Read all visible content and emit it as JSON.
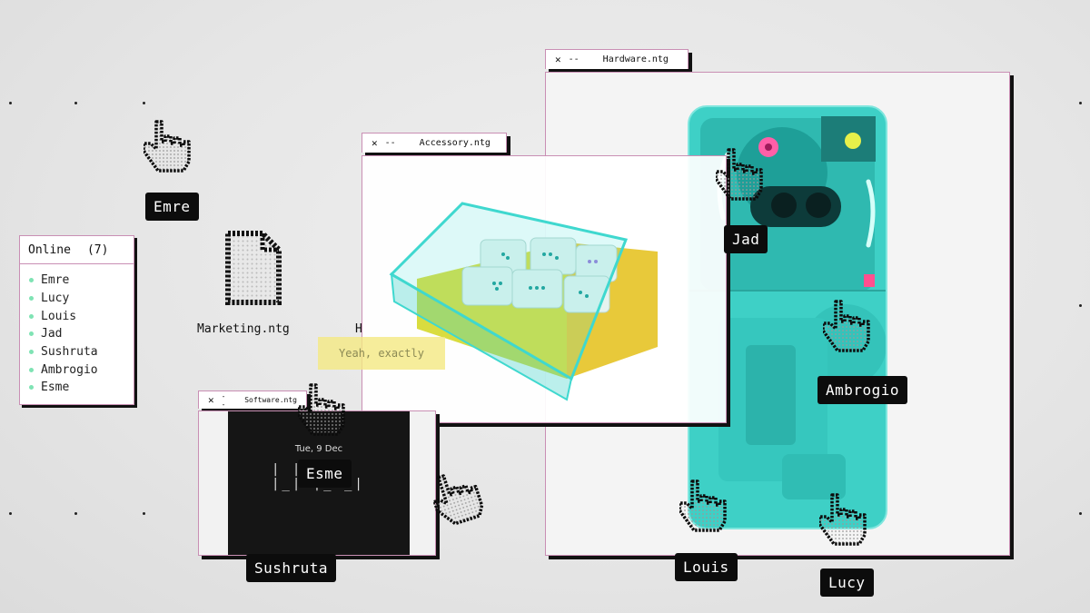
{
  "online_panel": {
    "title": "Online",
    "count": "(7)",
    "users": [
      "Emre",
      "Lucy",
      "Louis",
      "Jad",
      "Sushruta",
      "Ambrogio",
      "Esme"
    ]
  },
  "desktop_file": {
    "name": "Marketing.ntg",
    "partial_label": "H"
  },
  "windows": {
    "hardware": {
      "title": "Hardware.ntg",
      "close": "✕",
      "minimize": "--"
    },
    "accessory": {
      "title": "Accessory.ntg",
      "close": "✕",
      "minimize": "--"
    },
    "software": {
      "title": "Software.ntg",
      "close": "✕",
      "minimize": "--",
      "date": "Tue, 9 Dec"
    }
  },
  "tooltip": "Yeah, exactly",
  "cursor_labels": {
    "emre": "Emre",
    "jad": "Jad",
    "ambrogio": "Ambrogio",
    "esme": "Esme",
    "sushruta": "Sushruta",
    "louis": "Louis",
    "lucy": "Lucy"
  },
  "colors": {
    "accent_border": "#c98fb4",
    "label_bg": "#0c0c0c",
    "phone_teal": "#3ed0c6",
    "online_dot": "#7fe3b4"
  }
}
